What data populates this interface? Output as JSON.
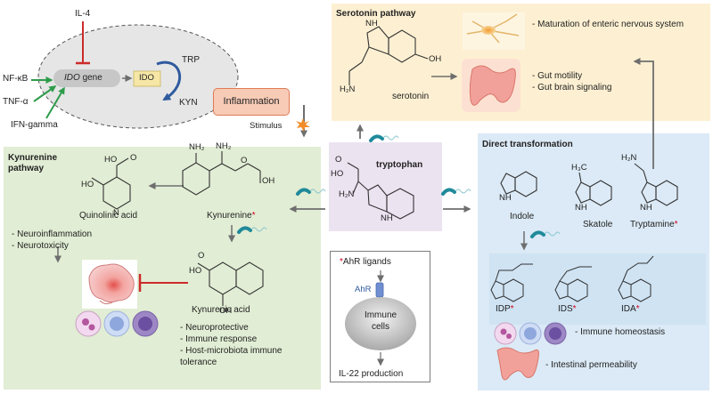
{
  "ido_regulation": {
    "regulators": [
      "IL-4",
      "NF-κB",
      "TNF-α",
      "IFN-gamma"
    ],
    "gene_label": "IDO",
    "gene_suffix": "gene",
    "enzyme": "IDO",
    "substrate": "TRP",
    "product": "KYN"
  },
  "inflammation": {
    "label": "Inflammation",
    "stimulus": "Stimulus"
  },
  "serotonin_pathway": {
    "title": "Serotonin pathway",
    "compound": "serotonin",
    "effects_top": "- Maturation of enteric nervous system",
    "effects_gut": [
      "- Gut motility",
      "- Gut brain signaling"
    ]
  },
  "center": {
    "compound": "tryptophan"
  },
  "kynurenine_pathway": {
    "title_line1": "Kynurenine",
    "title_line2": "pathway",
    "quinolinic_acid": "Quinolinic acid",
    "kynurenine": "Kynurenine",
    "kynurenic_acid": "Kynurenic acid",
    "effects_brain": [
      "- Neuroinflammation",
      "- Neurotoxicity"
    ],
    "effects_kynurenic": [
      "- Neuroprotective",
      "- Immune response",
      "- Host-microbiota immune",
      "tolerance"
    ]
  },
  "ahr_box": {
    "title": "AhR ligands",
    "receptor": "AhR",
    "cell_line1": "Immune",
    "cell_line2": "cells",
    "production": "IL-22 production"
  },
  "direct_transformation": {
    "title": "Direct transformation",
    "indole": "Indole",
    "skatole": "Skatole",
    "tryptamine": "Tryptamine",
    "idp": "IDP",
    "ids": "IDS",
    "ida": "IDA",
    "immune": "- Immune homeostasis",
    "intestinal": "- Intestinal permeability"
  },
  "star_marker": "*",
  "colors": {
    "serotonin_bg": "#fdf0d2",
    "kynurenine_bg": "#e1edd4",
    "direct_bg": "#dbeaf6",
    "center_bg": "#ece3f1",
    "inflammation_bg": "#f7cbb6",
    "inflammation_border": "#e07b54",
    "arrow_gray": "#6e6e6e",
    "activate_green": "#2e9c4b",
    "inhibit_red": "#cc2b2b",
    "bacteria_teal": "#1f8a9a",
    "star_red": "#d0021b"
  }
}
